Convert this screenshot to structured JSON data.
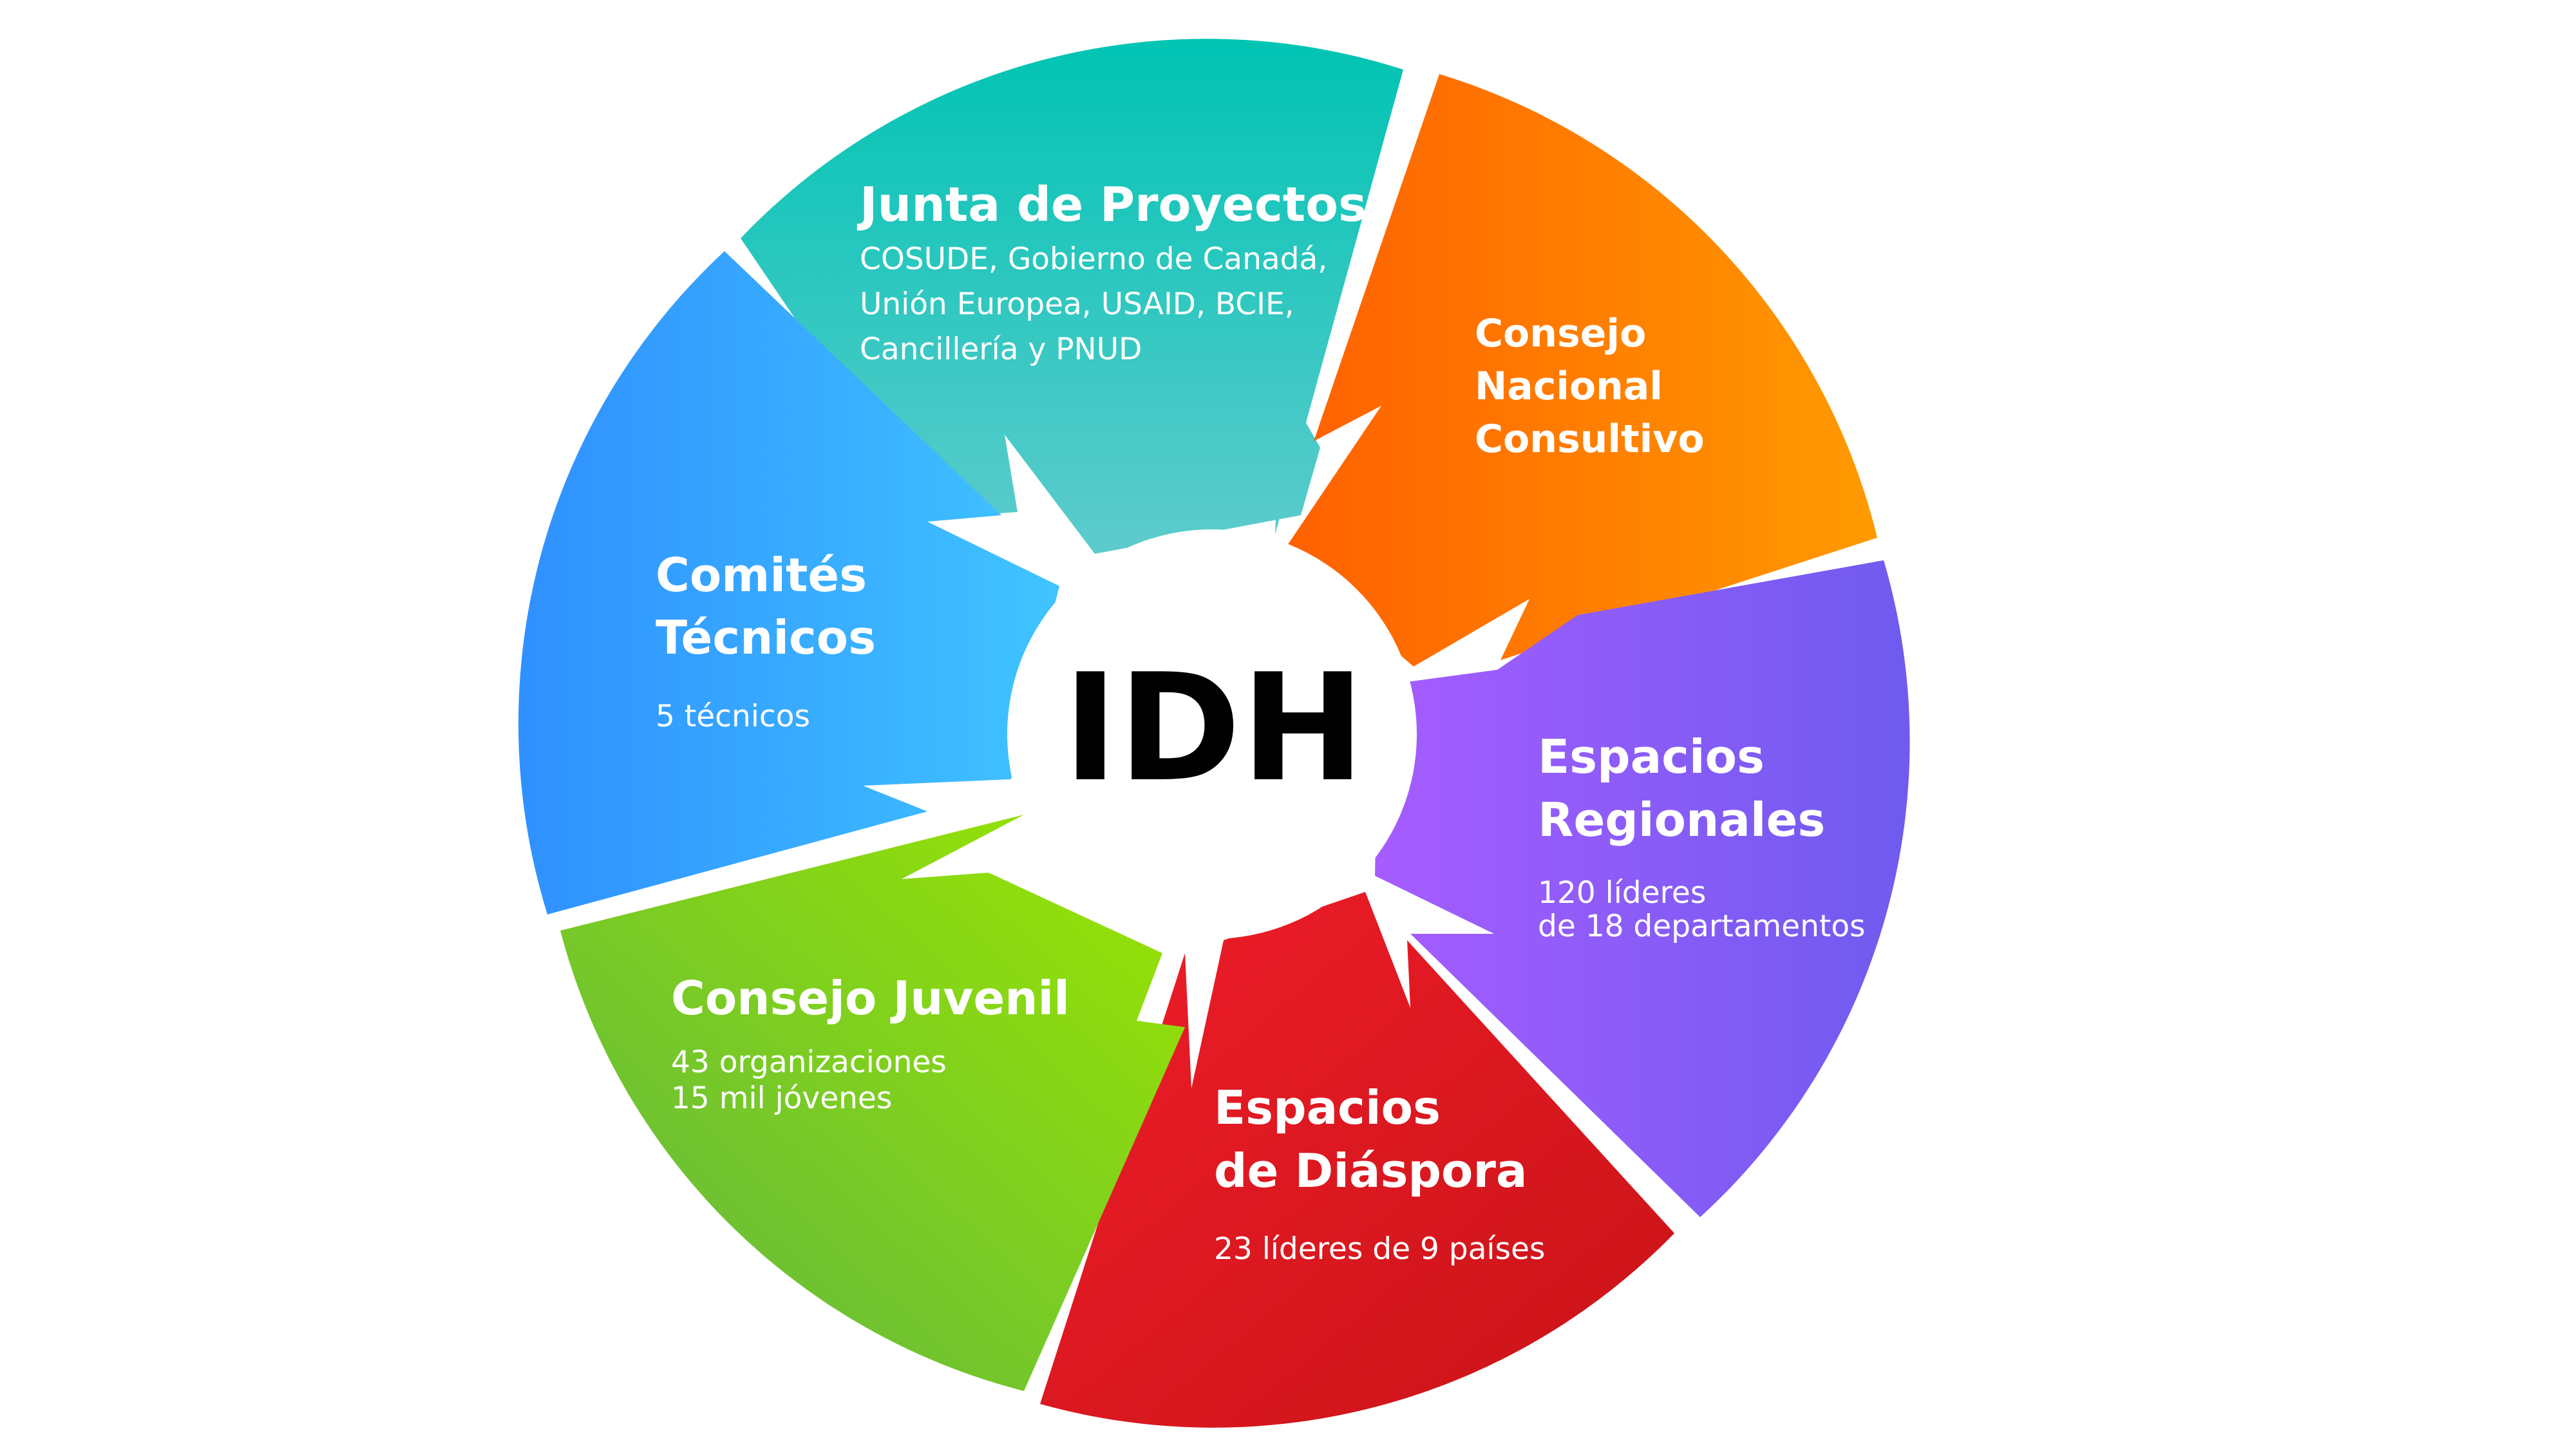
{
  "center": {
    "label": "IDH"
  },
  "segments": [
    {
      "id": "junta",
      "title_lines": [
        "Junta de Proyectos"
      ],
      "description_lines": [
        "COSUDE, Gobierno de Canadá,",
        "Unión Europea, USAID, BCIE,",
        "Cancillería y PNUD"
      ],
      "colors": [
        "#00c4b3",
        "#5ecbcd"
      ]
    },
    {
      "id": "consejo-nacional",
      "title_lines": [
        "Consejo",
        "Nacional",
        "Consultivo"
      ],
      "description_lines": [],
      "colors": [
        "#ff6000",
        "#ff9a00"
      ]
    },
    {
      "id": "espacios-regionales",
      "title_lines": [
        "Espacios",
        "Regionales"
      ],
      "description_lines": [
        "120 líderes",
        "de 18 departamentos"
      ],
      "colors": [
        "#a65cff",
        "#6f5bef"
      ]
    },
    {
      "id": "espacios-diaspora",
      "title_lines": [
        "Espacios",
        "de Diáspora"
      ],
      "description_lines": [
        "23 líderes de 9 países"
      ],
      "colors": [
        "#ef1d2a",
        "#c81317"
      ]
    },
    {
      "id": "consejo-juvenil",
      "title_lines": [
        "Consejo Juvenil"
      ],
      "description_lines": [
        "43 organizaciones",
        "15 mil jóvenes"
      ],
      "colors": [
        "#9be600",
        "#5eb444"
      ]
    },
    {
      "id": "comites-tecnicos",
      "title_lines": [
        "Comités",
        "Técnicos"
      ],
      "description_lines": [
        "5 técnicos"
      ],
      "colors": [
        "#2f90ff",
        "#40c4ff"
      ]
    }
  ]
}
